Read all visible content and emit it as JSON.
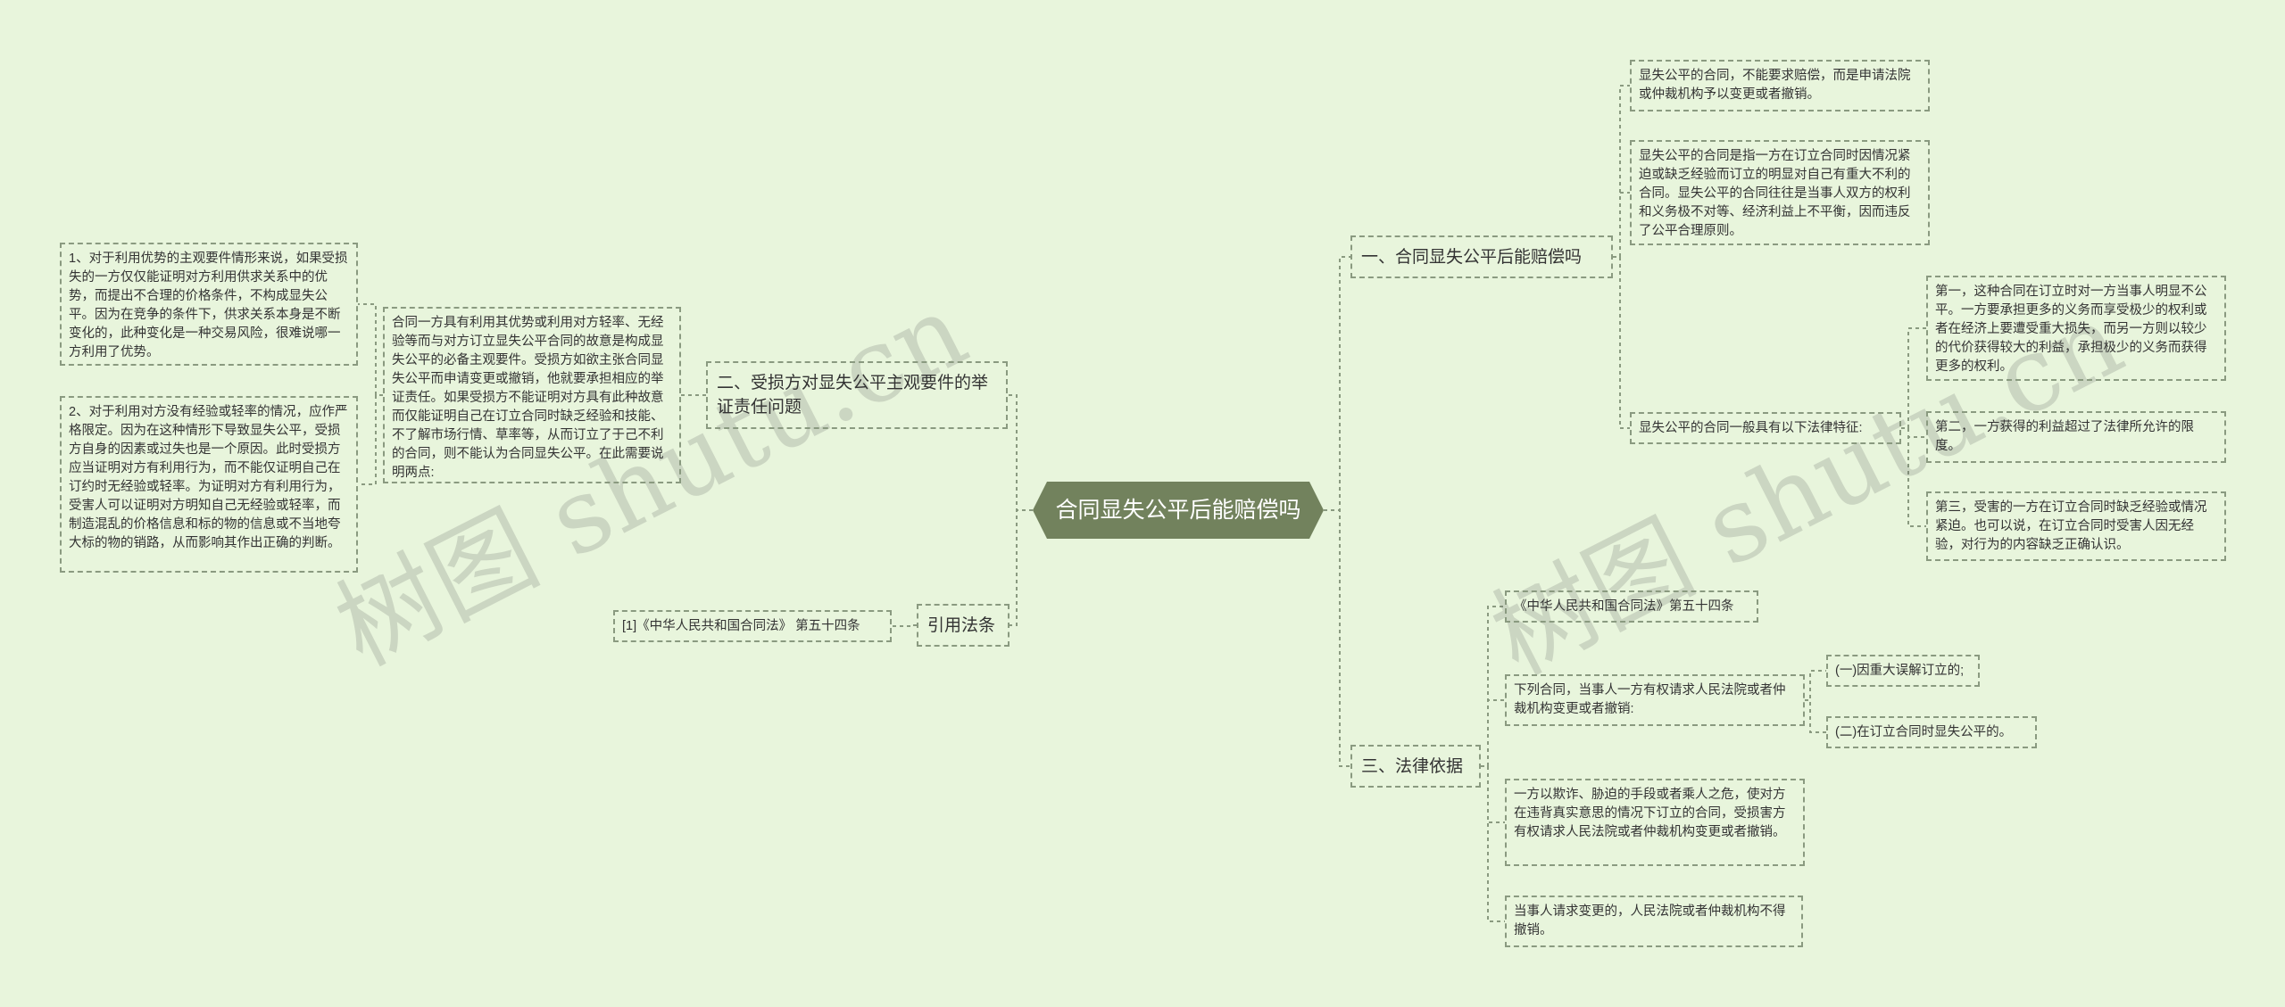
{
  "root": {
    "label": "合同显失公平后能赔偿吗"
  },
  "branches": {
    "b1": {
      "label": "一、合同显失公平后能赔偿吗",
      "c1": "显失公平的合同，不能要求赔偿，而是申请法院或仲裁机构予以变更或者撤销。",
      "c2": "显失公平的合同是指一方在订立合同时因情况紧迫或缺乏经验而订立的明显对自己有重大不利的合同。显失公平的合同往往是当事人双方的权利和义务极不对等、经济利益上不平衡，因而违反了公平合理原则。",
      "c3": "显失公平的合同一般具有以下法律特征:",
      "c3_1": "第一，这种合同在订立时对一方当事人明显不公平。一方要承担更多的义务而享受极少的权利或者在经济上要遭受重大损失，而另一方则以较少的代价获得较大的利益，承担极少的义务而获得更多的权利。",
      "c3_2": "第二，一方获得的利益超过了法律所允许的限度。",
      "c3_3": "第三，受害的一方在订立合同时缺乏经验或情况紧迫。也可以说，在订立合同时受害人因无经验，对行为的内容缺乏正确认识。"
    },
    "b2": {
      "label": "二、受损方对显失公平主观要件的举证责任问题",
      "c1": "合同一方具有利用其优势或利用对方轻率、无经验等而与对方订立显失公平合同的故意是构成显失公平的必备主观要件。受损方如欲主张合同显失公平而申请变更或撤销，他就要承担相应的举证责任。如果受损方不能证明对方具有此种故意而仅能证明自己在订立合同时缺乏经验和技能、不了解市场行情、草率等，从而订立了于己不利的合同，则不能认为合同显失公平。在此需要说明两点:",
      "c1_1": "1、对于利用优势的主观要件情形来说，如果受损失的一方仅仅能证明对方利用供求关系中的优势，而提出不合理的价格条件，不构成显失公平。因为在竞争的条件下，供求关系本身是不断变化的，此种变化是一种交易风险，很难说哪一方利用了优势。",
      "c1_2": "2、对于利用对方没有经验或轻率的情况，应作严格限定。因为在这种情形下导致显失公平，受损方自身的因素或过失也是一个原因。此时受损方应当证明对方有利用行为，而不能仅证明自己在订约时无经验或轻率。为证明对方有利用行为，受害人可以证明对方明知自己无经验或轻率，而制造混乱的价格信息和标的物的信息或不当地夸大标的物的销路，从而影响其作出正确的判断。"
    },
    "b3": {
      "label": "三、法律依据",
      "c1": "《中华人民共和国合同法》第五十四条",
      "c2": "下列合同，当事人一方有权请求人民法院或者仲裁机构变更或者撤销:",
      "c2_1": "(一)因重大误解订立的;",
      "c2_2": "(二)在订立合同时显失公平的。",
      "c3": "一方以欺诈、胁迫的手段或者乘人之危，使对方在违背真实意思的情况下订立的合同，受损害方有权请求人民法院或者仲裁机构变更或者撤销。",
      "c4": "当事人请求变更的，人民法院或者仲裁机构不得撤销。"
    },
    "b4": {
      "label": "引用法条",
      "c1": "[1]《中华人民共和国合同法》 第五十四条"
    }
  },
  "watermarks": [
    "树图 shutu.cn",
    "树图 shutu.cn"
  ],
  "colors": {
    "background": "#e8f5dc",
    "root_fill": "#72825d",
    "root_text": "#ffffff",
    "connector": "#8a9a80",
    "node_border": "#8a9a80"
  }
}
